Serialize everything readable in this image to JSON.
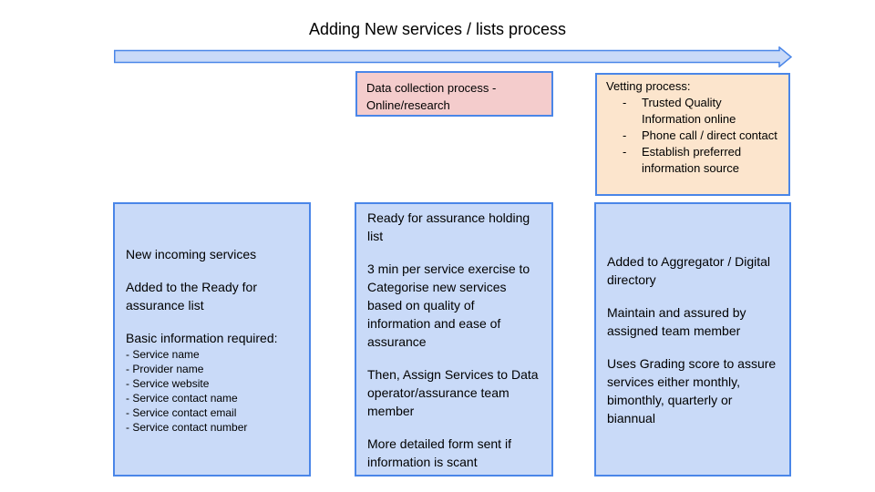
{
  "title": "Adding New services / lists process",
  "colors": {
    "blue_fill": "#c9daf8",
    "pink_fill": "#f4cccc",
    "orange_fill": "#fce5cd",
    "border_blue": "#4a86e8",
    "text": "#000000",
    "background": "#ffffff"
  },
  "arrow": {
    "direction": "right"
  },
  "data_collection_box": {
    "text": "Data collection process - Online/research"
  },
  "vetting_box": {
    "heading": "Vetting process:",
    "bullet_glyph": "-",
    "bullets": [
      "Trusted Quality Information online",
      "Phone call / direct contact",
      "Establish preferred information source"
    ]
  },
  "stage_boxes": [
    {
      "paragraphs": [
        "New incoming services",
        "Added to the Ready for assurance list",
        "Basic information required:"
      ],
      "small_list": [
        "- Service name",
        "- Provider name",
        "- Service website",
        "- Service contact name",
        "- Service contact email",
        "- Service contact number"
      ]
    },
    {
      "paragraphs": [
        "Ready for assurance holding list",
        "3 min per service exercise to Categorise new services based on quality of information and ease of assurance",
        "Then, Assign Services to Data operator/assurance team member",
        "More detailed form sent if information is scant"
      ]
    },
    {
      "paragraphs": [
        "Added to Aggregator / Digital directory",
        "Maintain and assured by assigned team member",
        "Uses Grading score to assure services either monthly, bimonthly, quarterly or biannual"
      ]
    }
  ]
}
